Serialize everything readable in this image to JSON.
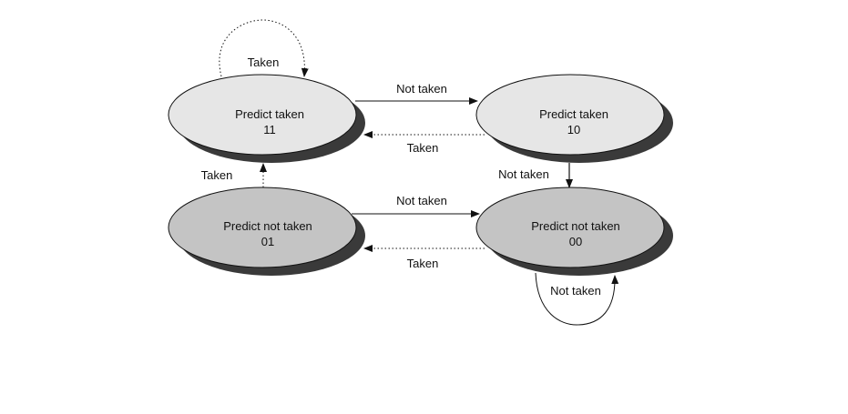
{
  "colors": {
    "taken_state_fill": "#e6e6e6",
    "not_taken_state_fill": "#c4c4c4",
    "shadow": "#3a3a3a",
    "stroke": "#111111"
  },
  "states": {
    "s11": {
      "line1": "Predict taken",
      "line2": "11"
    },
    "s10": {
      "line1": "Predict taken",
      "line2": "10"
    },
    "s01": {
      "line1": "Predict not taken",
      "line2": "01"
    },
    "s00": {
      "line1": "Predict not taken",
      "line2": "00"
    }
  },
  "transitions": {
    "s11_self": {
      "label": "Taken",
      "style": "dotted"
    },
    "s11_to_s10": {
      "label": "Not taken",
      "style": "solid"
    },
    "s10_to_s11": {
      "label": "Taken",
      "style": "dotted"
    },
    "s10_to_s00": {
      "label": "Not taken",
      "style": "solid"
    },
    "s01_to_s11": {
      "label": "Taken",
      "style": "dotted"
    },
    "s01_to_s00": {
      "label": "Not taken",
      "style": "solid"
    },
    "s00_to_s01": {
      "label": "Taken",
      "style": "dotted"
    },
    "s00_self": {
      "label": "Not taken",
      "style": "solid"
    }
  }
}
